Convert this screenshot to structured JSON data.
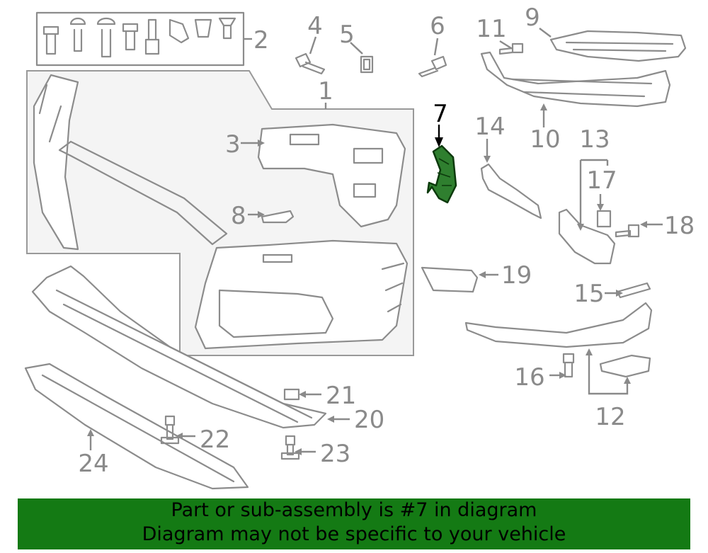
{
  "callouts": {
    "c1": "1",
    "c2": "2",
    "c3": "3",
    "c4": "4",
    "c5": "5",
    "c6": "6",
    "c7": "7",
    "c8": "8",
    "c9": "9",
    "c10": "10",
    "c11": "11",
    "c12": "12",
    "c13": "13",
    "c14": "14",
    "c15": "15",
    "c16": "16",
    "c17": "17",
    "c18": "18",
    "c19": "19",
    "c20": "20",
    "c21": "21",
    "c22": "22",
    "c23": "23",
    "c24": "24"
  },
  "highlight": {
    "part": "7",
    "color": "#1f7a1f"
  },
  "banner": {
    "line1": "Part or sub-assembly is #7 in diagram",
    "line2": "Diagram may not be specific to your vehicle",
    "color": "#147a14"
  }
}
